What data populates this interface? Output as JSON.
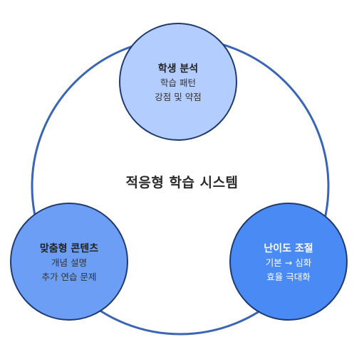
{
  "diagram": {
    "center_title": "적응형 학습 시스템",
    "colors": {
      "big_circle_fill": "#ffffff",
      "big_circle_stroke": "#3a64b4",
      "node_stroke": "#1f3a6e",
      "analysis_fill": "#b3cdff",
      "content_fill": "#6d9ef5",
      "difficulty_fill": "#4a8af5"
    },
    "nodes": {
      "analysis": {
        "title": "학생 분석",
        "line1": "학습 패턴",
        "line2": "강점 및 약점"
      },
      "content": {
        "title": "맞춤형 콘텐츠",
        "line1": "개념 설명",
        "line2": "추가 연습 문제"
      },
      "difficulty": {
        "title": "난이도 조절",
        "line1": "기본 → 심화",
        "line2": "효율 극대화"
      }
    }
  }
}
